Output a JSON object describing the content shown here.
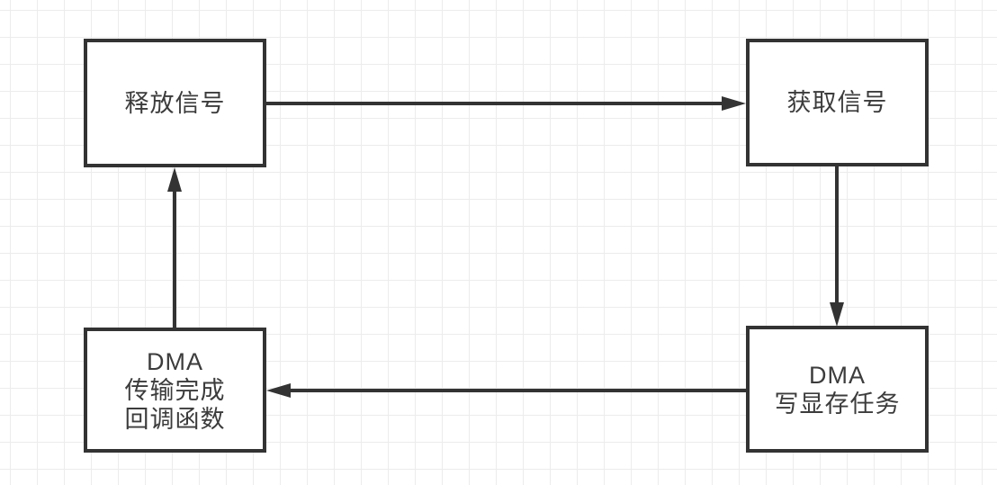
{
  "diagram": {
    "type": "flowchart-cycle",
    "colors": {
      "stroke": "#333333",
      "text": "#3c3c3c",
      "fill": "#ffffff",
      "grid": "#ececec"
    },
    "nodes": [
      {
        "id": "release-signal",
        "lines": [
          "释放信号"
        ]
      },
      {
        "id": "acquire-signal",
        "lines": [
          "获取信号"
        ]
      },
      {
        "id": "dma-write-task",
        "lines": [
          "DMA",
          "写显存任务"
        ]
      },
      {
        "id": "dma-callback",
        "lines": [
          "DMA",
          "传输完成",
          "回调函数"
        ]
      }
    ],
    "edges": [
      {
        "from": "release-signal",
        "to": "acquire-signal",
        "direction": "right"
      },
      {
        "from": "acquire-signal",
        "to": "dma-write-task",
        "direction": "down"
      },
      {
        "from": "dma-write-task",
        "to": "dma-callback",
        "direction": "left"
      },
      {
        "from": "dma-callback",
        "to": "release-signal",
        "direction": "up"
      }
    ]
  }
}
